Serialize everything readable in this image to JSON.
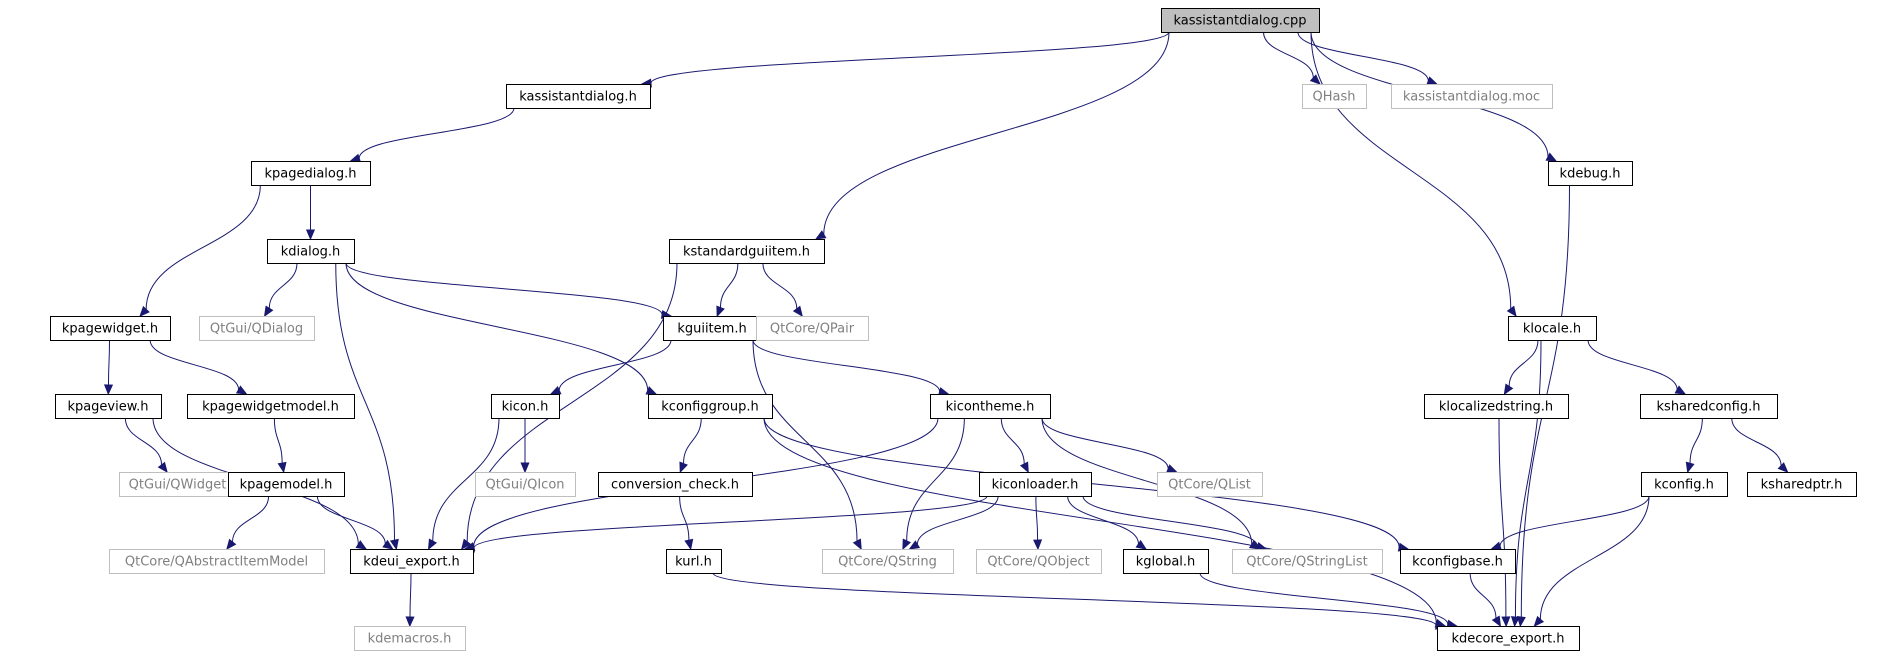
{
  "colors": {
    "edge": "#191970",
    "node_border": "#000000",
    "external_border": "#bfbfbf",
    "external_text": "#808080",
    "root_fill": "#bfbfbf",
    "node_fill": "#ffffff",
    "text": "#000000"
  },
  "nodes": [
    {
      "id": "kassistantdialog_cpp",
      "label": "kassistantdialog.cpp",
      "kind": "root"
    },
    {
      "id": "kassistantdialog_h",
      "label": "kassistantdialog.h",
      "kind": "file"
    },
    {
      "id": "qhash",
      "label": "QHash",
      "kind": "external"
    },
    {
      "id": "kassistantdialog_moc",
      "label": "kassistantdialog.moc",
      "kind": "external"
    },
    {
      "id": "kpagedialog_h",
      "label": "kpagedialog.h",
      "kind": "file"
    },
    {
      "id": "kdebug_h",
      "label": "kdebug.h",
      "kind": "file"
    },
    {
      "id": "kdialog_h",
      "label": "kdialog.h",
      "kind": "file"
    },
    {
      "id": "kstandardguiitem_h",
      "label": "kstandardguiitem.h",
      "kind": "file"
    },
    {
      "id": "kpagewidget_h",
      "label": "kpagewidget.h",
      "kind": "file"
    },
    {
      "id": "qtgui_qdialog",
      "label": "QtGui/QDialog",
      "kind": "external"
    },
    {
      "id": "kguiitem_h",
      "label": "kguiitem.h",
      "kind": "file"
    },
    {
      "id": "qtcore_qpair",
      "label": "QtCore/QPair",
      "kind": "external"
    },
    {
      "id": "klocale_h",
      "label": "klocale.h",
      "kind": "file"
    },
    {
      "id": "kpageview_h",
      "label": "kpageview.h",
      "kind": "file"
    },
    {
      "id": "kpagewidgetmodel_h",
      "label": "kpagewidgetmodel.h",
      "kind": "file"
    },
    {
      "id": "kicon_h",
      "label": "kicon.h",
      "kind": "file"
    },
    {
      "id": "kconfiggroup_h",
      "label": "kconfiggroup.h",
      "kind": "file"
    },
    {
      "id": "kicontheme_h",
      "label": "kicontheme.h",
      "kind": "file"
    },
    {
      "id": "klocalizedstring_h",
      "label": "klocalizedstring.h",
      "kind": "file"
    },
    {
      "id": "ksharedconfig_h",
      "label": "ksharedconfig.h",
      "kind": "file"
    },
    {
      "id": "qtgui_qwidget",
      "label": "QtGui/QWidget",
      "kind": "external"
    },
    {
      "id": "kpagemodel_h",
      "label": "kpagemodel.h",
      "kind": "file"
    },
    {
      "id": "qtgui_qicon",
      "label": "QtGui/QIcon",
      "kind": "external"
    },
    {
      "id": "conversion_check_h",
      "label": "conversion_check.h",
      "kind": "file"
    },
    {
      "id": "kiconloader_h",
      "label": "kiconloader.h",
      "kind": "file"
    },
    {
      "id": "qtcore_qlist",
      "label": "QtCore/QList",
      "kind": "external"
    },
    {
      "id": "kconfig_h",
      "label": "kconfig.h",
      "kind": "file"
    },
    {
      "id": "ksharedptr_h",
      "label": "ksharedptr.h",
      "kind": "file"
    },
    {
      "id": "qtcore_qabstractitemmodel",
      "label": "QtCore/QAbstractItemModel",
      "kind": "external"
    },
    {
      "id": "kdeui_export_h",
      "label": "kdeui_export.h",
      "kind": "file"
    },
    {
      "id": "kurl_h",
      "label": "kurl.h",
      "kind": "file"
    },
    {
      "id": "qtcore_qstring",
      "label": "QtCore/QString",
      "kind": "external"
    },
    {
      "id": "qtcore_qobject",
      "label": "QtCore/QObject",
      "kind": "external"
    },
    {
      "id": "kglobal_h",
      "label": "kglobal.h",
      "kind": "file"
    },
    {
      "id": "qtcore_qstringlist",
      "label": "QtCore/QStringList",
      "kind": "external"
    },
    {
      "id": "kconfigbase_h",
      "label": "kconfigbase.h",
      "kind": "file"
    },
    {
      "id": "kdemacros_h",
      "label": "kdemacros.h",
      "kind": "external"
    },
    {
      "id": "kdecore_export_h",
      "label": "kdecore_export.h",
      "kind": "file"
    }
  ],
  "edges": [
    [
      "kassistantdialog_cpp",
      "kassistantdialog_h"
    ],
    [
      "kassistantdialog_cpp",
      "kstandardguiitem_h"
    ],
    [
      "kassistantdialog_cpp",
      "qhash"
    ],
    [
      "kassistantdialog_cpp",
      "kassistantdialog_moc"
    ],
    [
      "kassistantdialog_cpp",
      "kdebug_h"
    ],
    [
      "kassistantdialog_cpp",
      "klocale_h"
    ],
    [
      "kassistantdialog_h",
      "kpagedialog_h"
    ],
    [
      "kpagedialog_h",
      "kdialog_h"
    ],
    [
      "kpagedialog_h",
      "kpagewidget_h"
    ],
    [
      "kdialog_h",
      "qtgui_qdialog"
    ],
    [
      "kdialog_h",
      "kguiitem_h"
    ],
    [
      "kdialog_h",
      "kconfiggroup_h"
    ],
    [
      "kdialog_h",
      "kdeui_export_h"
    ],
    [
      "kstandardguiitem_h",
      "kguiitem_h"
    ],
    [
      "kstandardguiitem_h",
      "qtcore_qpair"
    ],
    [
      "kstandardguiitem_h",
      "kdeui_export_h"
    ],
    [
      "kpagewidget_h",
      "kpageview_h"
    ],
    [
      "kpagewidget_h",
      "kpagewidgetmodel_h"
    ],
    [
      "kpageview_h",
      "qtgui_qwidget"
    ],
    [
      "kpageview_h",
      "kdeui_export_h"
    ],
    [
      "kpagewidgetmodel_h",
      "kpagemodel_h"
    ],
    [
      "kpagemodel_h",
      "qtcore_qabstractitemmodel"
    ],
    [
      "kpagemodel_h",
      "kdeui_export_h"
    ],
    [
      "kguiitem_h",
      "kicon_h"
    ],
    [
      "kguiitem_h",
      "kicontheme_h"
    ],
    [
      "kguiitem_h",
      "qtcore_qstring"
    ],
    [
      "kicon_h",
      "qtgui_qicon"
    ],
    [
      "kicon_h",
      "kdeui_export_h"
    ],
    [
      "kconfiggroup_h",
      "conversion_check_h"
    ],
    [
      "kconfiggroup_h",
      "kconfigbase_h"
    ],
    [
      "kconfiggroup_h",
      "kdecore_export_h"
    ],
    [
      "conversion_check_h",
      "kurl_h"
    ],
    [
      "kurl_h",
      "kdecore_export_h"
    ],
    [
      "kicontheme_h",
      "kiconloader_h"
    ],
    [
      "kicontheme_h",
      "qtcore_qlist"
    ],
    [
      "kicontheme_h",
      "qtcore_qstringlist"
    ],
    [
      "kicontheme_h",
      "qtcore_qstring"
    ],
    [
      "kicontheme_h",
      "kdeui_export_h"
    ],
    [
      "kiconloader_h",
      "qtcore_qstring"
    ],
    [
      "kiconloader_h",
      "qtcore_qobject"
    ],
    [
      "kiconloader_h",
      "kglobal_h"
    ],
    [
      "kiconloader_h",
      "qtcore_qstringlist"
    ],
    [
      "kiconloader_h",
      "kdeui_export_h"
    ],
    [
      "kglobal_h",
      "kdecore_export_h"
    ],
    [
      "kdeui_export_h",
      "kdemacros_h"
    ],
    [
      "kdebug_h",
      "kdecore_export_h"
    ],
    [
      "klocale_h",
      "klocalizedstring_h"
    ],
    [
      "klocale_h",
      "ksharedconfig_h"
    ],
    [
      "klocale_h",
      "kdecore_export_h"
    ],
    [
      "klocalizedstring_h",
      "kdecore_export_h"
    ],
    [
      "ksharedconfig_h",
      "kconfig_h"
    ],
    [
      "ksharedconfig_h",
      "ksharedptr_h"
    ],
    [
      "kconfig_h",
      "kconfigbase_h"
    ],
    [
      "kconfig_h",
      "kdecore_export_h"
    ],
    [
      "kconfigbase_h",
      "kdecore_export_h"
    ]
  ]
}
